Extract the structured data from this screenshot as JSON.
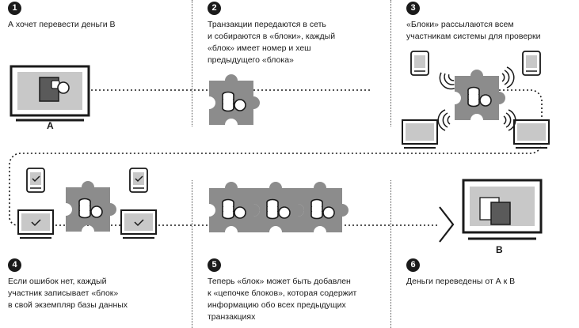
{
  "steps": [
    {
      "num": "1",
      "lines": [
        "А хочет перевести деньги В"
      ]
    },
    {
      "num": "2",
      "lines": [
        "Транзакции передаются в сеть",
        "и собираются в «блоки», каждый",
        "«блок» имеет номер и хеш",
        "предыдущего «блока»"
      ]
    },
    {
      "num": "3",
      "lines": [
        "«Блоки» рассылаются всем",
        "участникам системы для проверки"
      ]
    },
    {
      "num": "4",
      "lines": [
        "Если ошибок нет, каждый",
        "участник записывает «блок»",
        "в свой экземпляр базы данных"
      ]
    },
    {
      "num": "5",
      "lines": [
        "Теперь «блок» может быть добавлен",
        "к «цепочке блоков», которая содержит",
        "информацию обо всех предыдущих",
        "транзакциях"
      ]
    },
    {
      "num": "6",
      "lines": [
        "Деньги переведены от А к В"
      ]
    }
  ],
  "labels": {
    "sender": "A",
    "receiver": "B"
  },
  "colors": {
    "ink": "#1a1a1a",
    "block_fill": "#8c8c8c",
    "screen_fill": "#c8c8c8",
    "white": "#ffffff"
  }
}
